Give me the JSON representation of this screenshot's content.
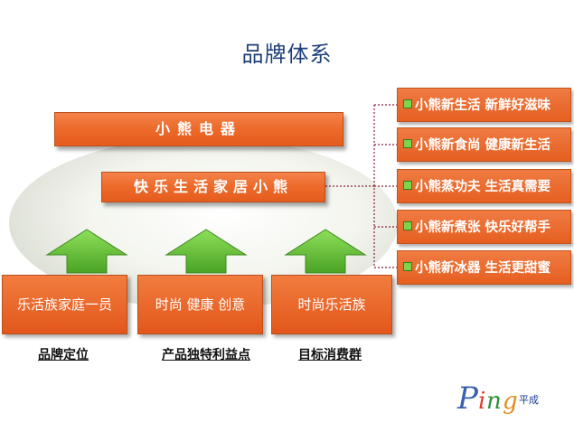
{
  "title": "品牌体系",
  "top_bar": "小熊电器",
  "second_bar": "快乐生活家居小熊",
  "products": [
    "小熊新生活 新鲜好滋味",
    "小熊新食尚 健康新生活",
    "小熊蒸功夫 生活真需要",
    "小熊新煮张 快乐好帮手",
    "小熊新冰器 生活更甜蜜"
  ],
  "pillars": [
    {
      "box": "乐活族家庭一员",
      "label": "品牌定位"
    },
    {
      "box": "时尚 健康 创意",
      "label": "产品独特利益点"
    },
    {
      "box": "时尚乐活族",
      "label": "目标消费群"
    }
  ],
  "logo": {
    "main": "Ping",
    "sub": "平成"
  },
  "colors": {
    "orange": "#ec6a2a",
    "arrow_green": "#6dc535",
    "title_blue": "#1f3f7a"
  }
}
